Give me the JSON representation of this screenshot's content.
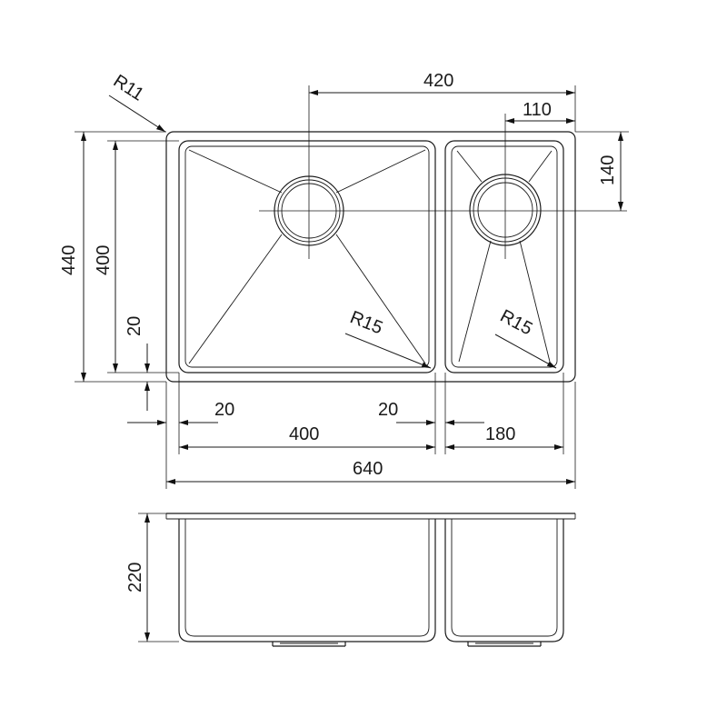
{
  "drawing": {
    "top_view": {
      "corner_radius_label": "R11",
      "bowl_radius_label_left": "R15",
      "bowl_radius_label_right": "R15",
      "dim_drain_spacing": "420",
      "dim_small_drain_offset": "110",
      "dim_small_drain_depth": "140",
      "dim_overall_depth": "440",
      "dim_bowl_depth": "400",
      "dim_rim_margin_vertical": "20",
      "dim_rim_margin_left": "20",
      "dim_divider_width": "20",
      "dim_large_bowl_width": "400",
      "dim_small_bowl_width": "180",
      "dim_overall_width": "640"
    },
    "side_view": {
      "dim_bowl_height": "220"
    }
  }
}
